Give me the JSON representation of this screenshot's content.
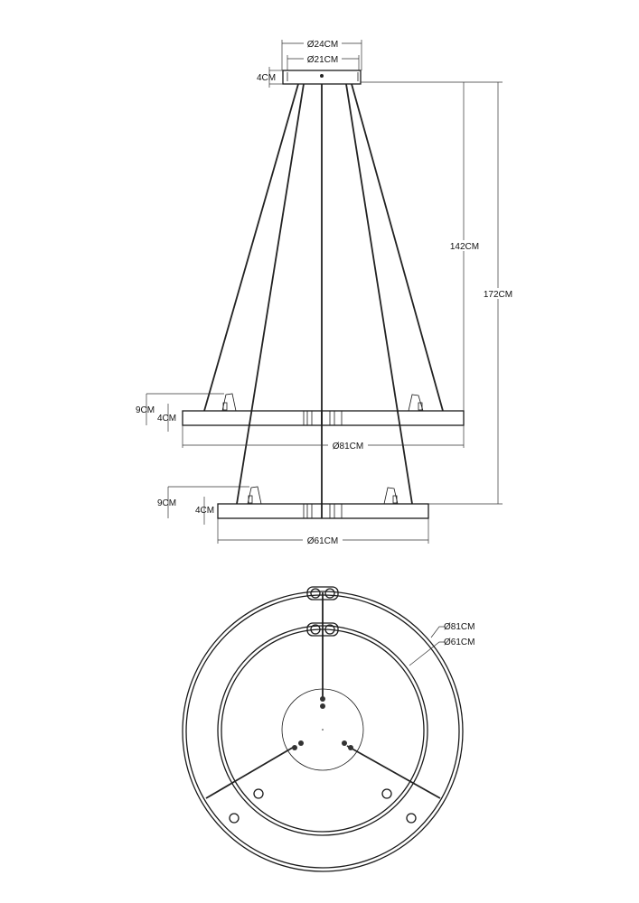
{
  "side_view": {
    "canopy_outer_diameter": "Ø24CM",
    "canopy_inner_diameter": "Ø21CM",
    "canopy_height": "4CM",
    "upper_suspension_length": "142CM",
    "total_height": "172CM",
    "upper_ring": {
      "spot_height": "9CM",
      "ring_height": "4CM",
      "diameter": "Ø81CM"
    },
    "lower_ring": {
      "spot_height": "9CM",
      "ring_height": "4CM",
      "diameter": "Ø61CM"
    }
  },
  "top_view": {
    "outer_ring_label": "Ø81CM",
    "inner_ring_label": "Ø61CM"
  }
}
